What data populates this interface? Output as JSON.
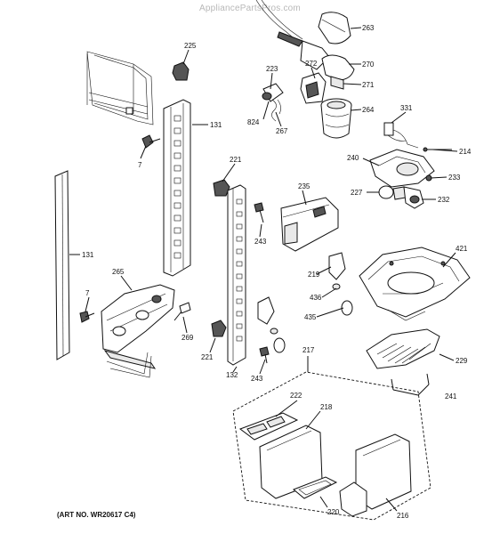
{
  "watermark": "AppliancePartsPros.com",
  "art_number": "(ART NO. WR20617 C4)",
  "callouts": {
    "c263": "263",
    "c270": "270",
    "c271": "271",
    "c264": "264",
    "c272": "272",
    "c223": "223",
    "c824": "824",
    "c267": "267",
    "c225": "225",
    "c131a": "131",
    "c7a": "7",
    "c221a": "221",
    "c331": "331",
    "c214": "214",
    "c240": "240",
    "c233": "233",
    "c227": "227",
    "c232": "232",
    "c235": "235",
    "c243a": "243",
    "c131b": "131",
    "c265": "265",
    "c7b": "7",
    "c269": "269",
    "c219": "219",
    "c436": "436",
    "c435": "435",
    "c421": "421",
    "c229": "229",
    "c221b": "221",
    "c132": "132",
    "c243b": "243",
    "c217": "217",
    "c222": "222",
    "c218": "218",
    "c241": "241",
    "c220": "220",
    "c216": "216"
  }
}
